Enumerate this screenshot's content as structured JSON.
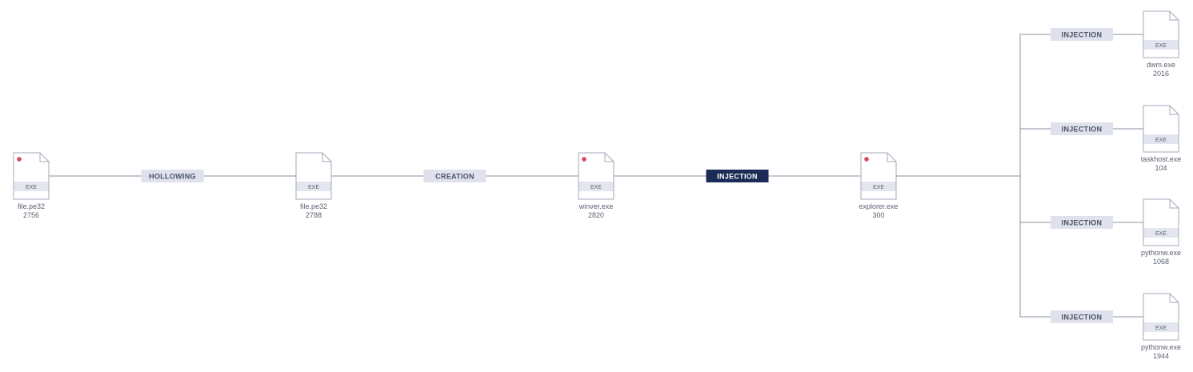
{
  "colors": {
    "edge": "#8a93a3",
    "label_bg": "#dfe2ec",
    "label_text": "#4a5264",
    "label_active_bg": "#1b2b57",
    "label_active_text": "#ffffff",
    "file_stroke": "#a3aab8",
    "file_band": "#e3e6ee",
    "marker": "#d9465f"
  },
  "nodes": [
    {
      "id": "n1",
      "type_label": "EXE",
      "name": "file.pe32",
      "pid": "2756",
      "marked": true
    },
    {
      "id": "n2",
      "type_label": "EXE",
      "name": "file.pe32",
      "pid": "2788",
      "marked": false
    },
    {
      "id": "n3",
      "type_label": "EXE",
      "name": "winver.exe",
      "pid": "2820",
      "marked": true
    },
    {
      "id": "n4",
      "type_label": "EXE",
      "name": "explorer.exe",
      "pid": "300",
      "marked": true
    },
    {
      "id": "n5",
      "type_label": "EXE",
      "name": "dwm.exe",
      "pid": "2016",
      "marked": false
    },
    {
      "id": "n6",
      "type_label": "EXE",
      "name": "taskhost.exe",
      "pid": "104",
      "marked": false
    },
    {
      "id": "n7",
      "type_label": "EXE",
      "name": "pythonw.exe",
      "pid": "1068",
      "marked": false
    },
    {
      "id": "n8",
      "type_label": "EXE",
      "name": "pythonw.exe",
      "pid": "1944",
      "marked": false
    }
  ],
  "edges": [
    {
      "from": "n1",
      "to": "n2",
      "label": "HOLLOWING",
      "active": false
    },
    {
      "from": "n2",
      "to": "n3",
      "label": "CREATION",
      "active": false
    },
    {
      "from": "n3",
      "to": "n4",
      "label": "INJECTION",
      "active": true
    },
    {
      "from": "n4",
      "to": "n5",
      "label": "INJECTION",
      "active": false
    },
    {
      "from": "n4",
      "to": "n6",
      "label": "INJECTION",
      "active": false
    },
    {
      "from": "n4",
      "to": "n7",
      "label": "INJECTION",
      "active": false
    },
    {
      "from": "n4",
      "to": "n8",
      "label": "INJECTION",
      "active": false
    }
  ]
}
